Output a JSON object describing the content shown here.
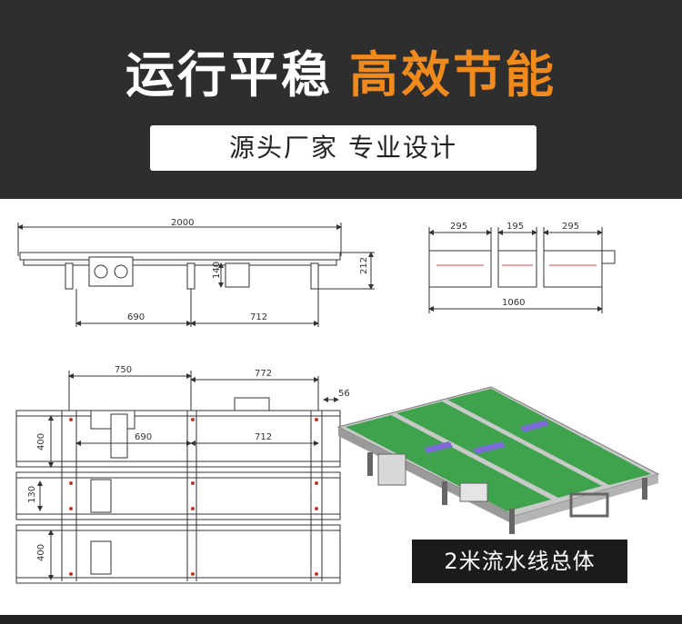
{
  "header": {
    "title_white": "运行平稳",
    "title_orange": "高效节能",
    "subtitle": "源头厂家 专业设计"
  },
  "drawing": {
    "side_view": {
      "length": "2000",
      "left_span": "690",
      "right_span": "712",
      "height": "212",
      "motor_height": "140"
    },
    "end_view": {
      "left_width": "295",
      "mid_width": "195",
      "right_width": "295",
      "total_width": "1060"
    },
    "top_view": {
      "dim_750": "750",
      "dim_772": "772",
      "dim_56": "56",
      "dim_690": "690",
      "dim_712": "712",
      "dim_400_top": "400",
      "dim_130": "130",
      "dim_400_bottom": "400"
    }
  },
  "caption": "2米流水线总体",
  "colors": {
    "header_bg": "#2e2e2e",
    "accent_orange": "#f08a1c",
    "belt_green": "#3fa34d"
  }
}
